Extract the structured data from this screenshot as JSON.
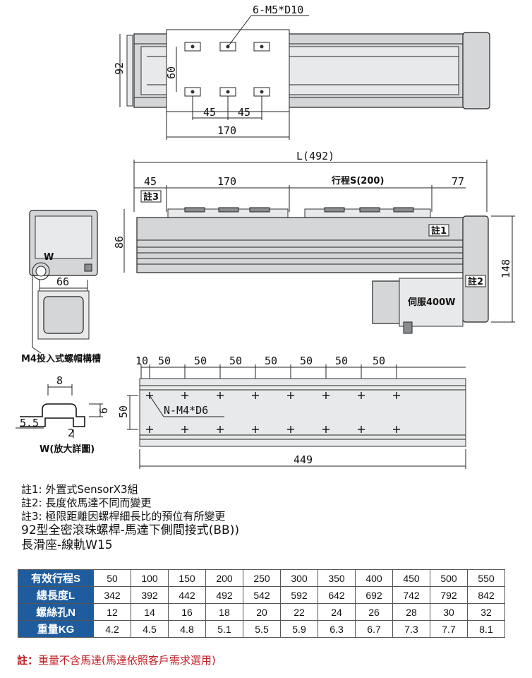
{
  "dims": {
    "bolt_spec": "6-M5*D10",
    "width_92": "92",
    "pitch_60": "60",
    "pitch_45a": "45",
    "pitch_45b": "45",
    "slider_170": "170",
    "length_L": "L(492)",
    "left_45": "45",
    "mid_170": "170",
    "stroke": "行程S(200)",
    "right_77": "77",
    "height_86": "86",
    "height_148": "148",
    "note3_tag": "註3",
    "note1_tag": "註1",
    "note2_tag": "註2",
    "motor": "伺服400W",
    "base_66": "66",
    "w_mark": "W",
    "m4_groove": "M4投入式螺帽構槽",
    "d10": "10",
    "d50_1": "50",
    "d50_2": "50",
    "d50_3": "50",
    "d50_4": "50",
    "d50_5": "50",
    "d50_6": "50",
    "d50_7": "50",
    "hole_spec": "N-M4*D6",
    "height_50": "50",
    "length_449": "449",
    "w8": "8",
    "w6": "6",
    "w55": "5.5",
    "w2": "2",
    "w_detail": "W(放大詳圖)"
  },
  "notes": [
    "註1: 外置式SensorX3組",
    "註2: 長度依馬達不同而變更",
    "註3: 極限距離因螺桿細長比的預位有所變更"
  ],
  "title_lines": [
    "92型全密滾珠螺桿-馬達下側間接式(BB))",
    "長滑座-線軌W15"
  ],
  "spec_table": {
    "rows": [
      {
        "label": "有效行程S",
        "values": [
          "50",
          "100",
          "150",
          "200",
          "250",
          "300",
          "350",
          "400",
          "450",
          "500",
          "550"
        ]
      },
      {
        "label": "總長度L",
        "values": [
          "342",
          "392",
          "442",
          "492",
          "542",
          "592",
          "642",
          "692",
          "742",
          "792",
          "842"
        ]
      },
      {
        "label": "螺絲孔N",
        "values": [
          "12",
          "14",
          "16",
          "18",
          "20",
          "22",
          "24",
          "26",
          "28",
          "30",
          "32"
        ]
      },
      {
        "label": "重量KG",
        "values": [
          "4.2",
          "4.5",
          "4.8",
          "5.1",
          "5.5",
          "5.9",
          "6.3",
          "6.7",
          "7.3",
          "7.7",
          "8.1"
        ]
      }
    ]
  },
  "footnote": {
    "lead": "註：",
    "text": "重量不含馬達(馬達依照客戶需求選用)"
  }
}
